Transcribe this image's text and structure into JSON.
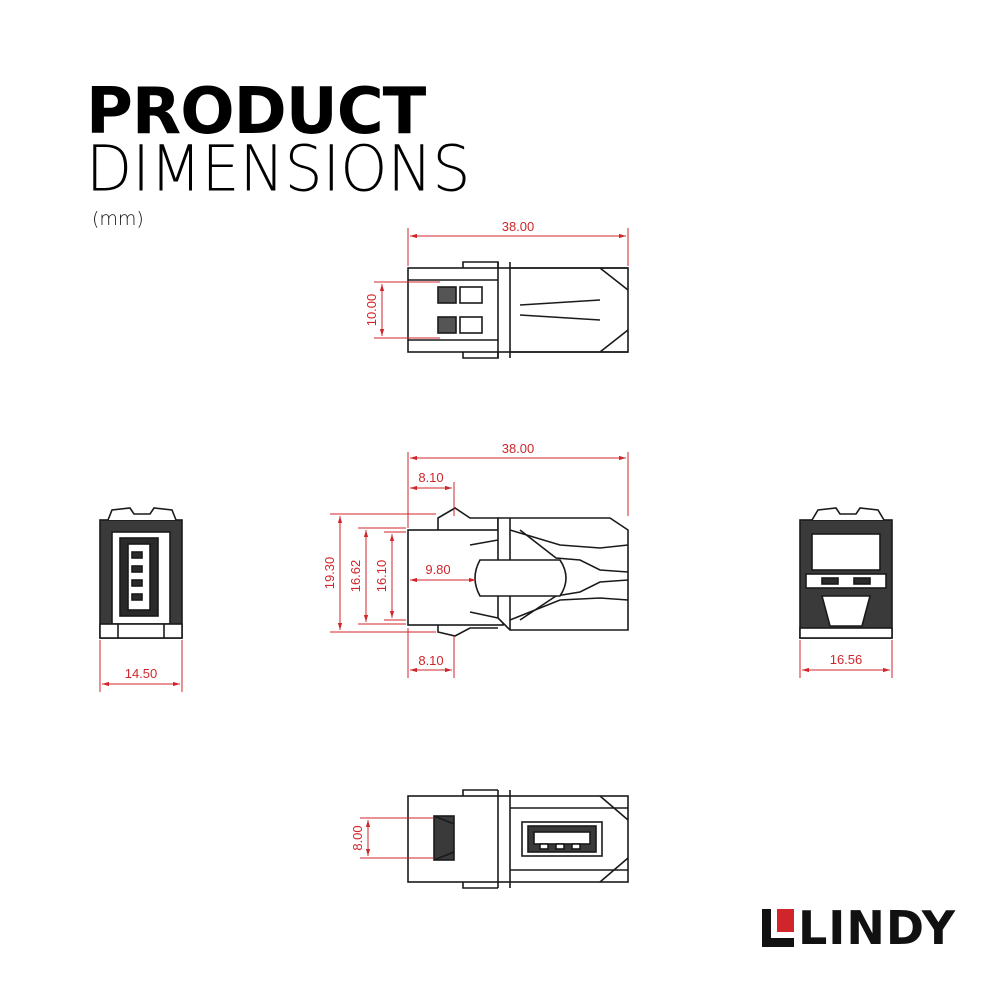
{
  "header": {
    "title_line1": "PRODUCT",
    "title_line2": "DIMENSIONS",
    "unit": "(mm)"
  },
  "colors": {
    "dimension": "#d0262b",
    "outline": "#1a1a1a",
    "body": "#3a3a3a",
    "logo_red": "#d0262b"
  },
  "dimensions": {
    "top_width": "38.00",
    "top_height": "10.00",
    "side_width": "38.00",
    "side_latch_top": "8.10",
    "side_latch_bottom": "8.10",
    "side_h1": "19.30",
    "side_h2": "16.62",
    "side_h3": "16.10",
    "side_inner": "9.80",
    "front_width": "14.50",
    "back_width": "16.56",
    "bottom_height": "8.00"
  },
  "brand": {
    "name": "LINDY",
    "logo_icon": "lindy-corner-mark"
  }
}
